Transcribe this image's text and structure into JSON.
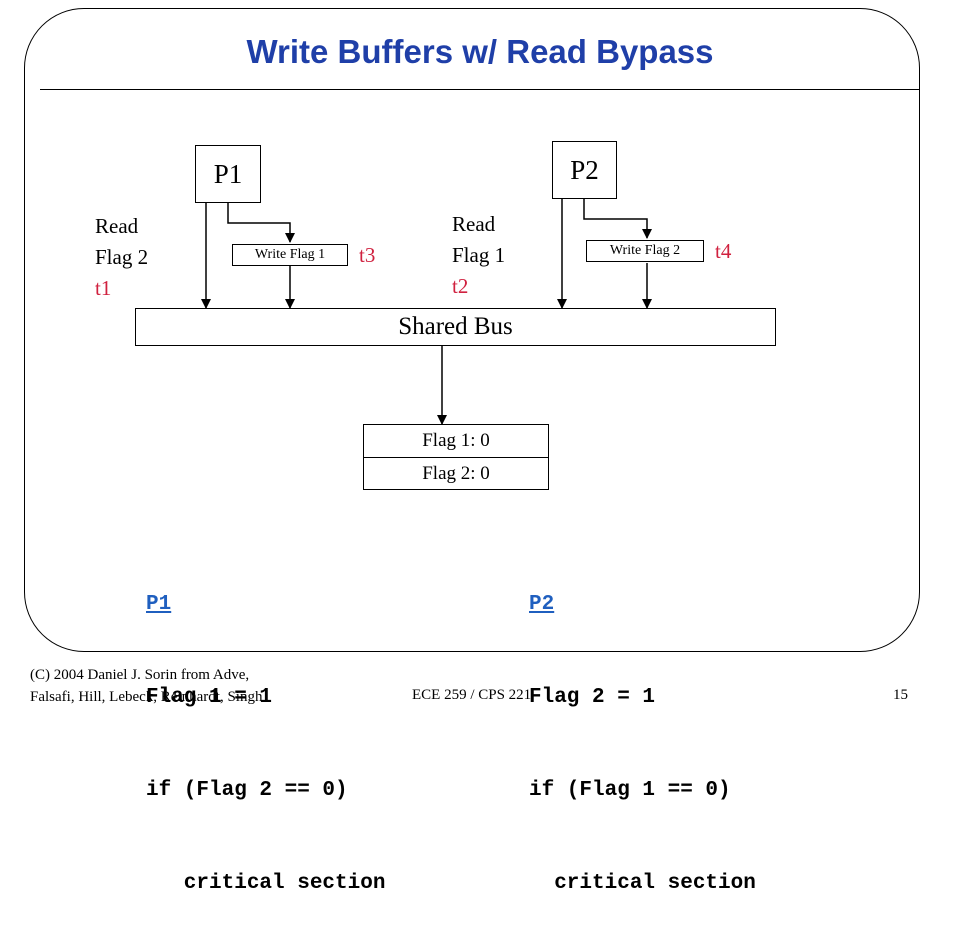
{
  "slide": {
    "title": "Write Buffers w/ Read Bypass"
  },
  "diagram": {
    "p1_label": "P1",
    "p2_label": "P2",
    "p1_write_buffer": "Write Flag 1",
    "p2_write_buffer": "Write Flag 2",
    "p1_read": [
      "Read",
      "Flag 2"
    ],
    "p1_read_time": "t1",
    "p2_read": [
      "Read",
      "Flag 1"
    ],
    "p2_read_time": "t2",
    "p1_write_time": "t3",
    "p2_write_time": "t4",
    "bus_label": "Shared Bus",
    "memory": [
      "Flag 1: 0",
      "Flag 2: 0"
    ]
  },
  "code": {
    "p1": {
      "header": "P1",
      "lines": [
        "Flag 1 = 1",
        "if (Flag 2 == 0)",
        "   critical section"
      ]
    },
    "p2": {
      "header": "P2",
      "lines": [
        "Flag 2 = 1",
        "if (Flag 1 == 0)",
        "  critical section"
      ]
    }
  },
  "footer": {
    "credit": [
      "(C) 2004 Daniel J. Sorin from Adve,",
      "Falsafi, Hill, Lebeck, Reinhardt, Singh"
    ],
    "course": "ECE 259 / CPS 221",
    "page": "15"
  }
}
